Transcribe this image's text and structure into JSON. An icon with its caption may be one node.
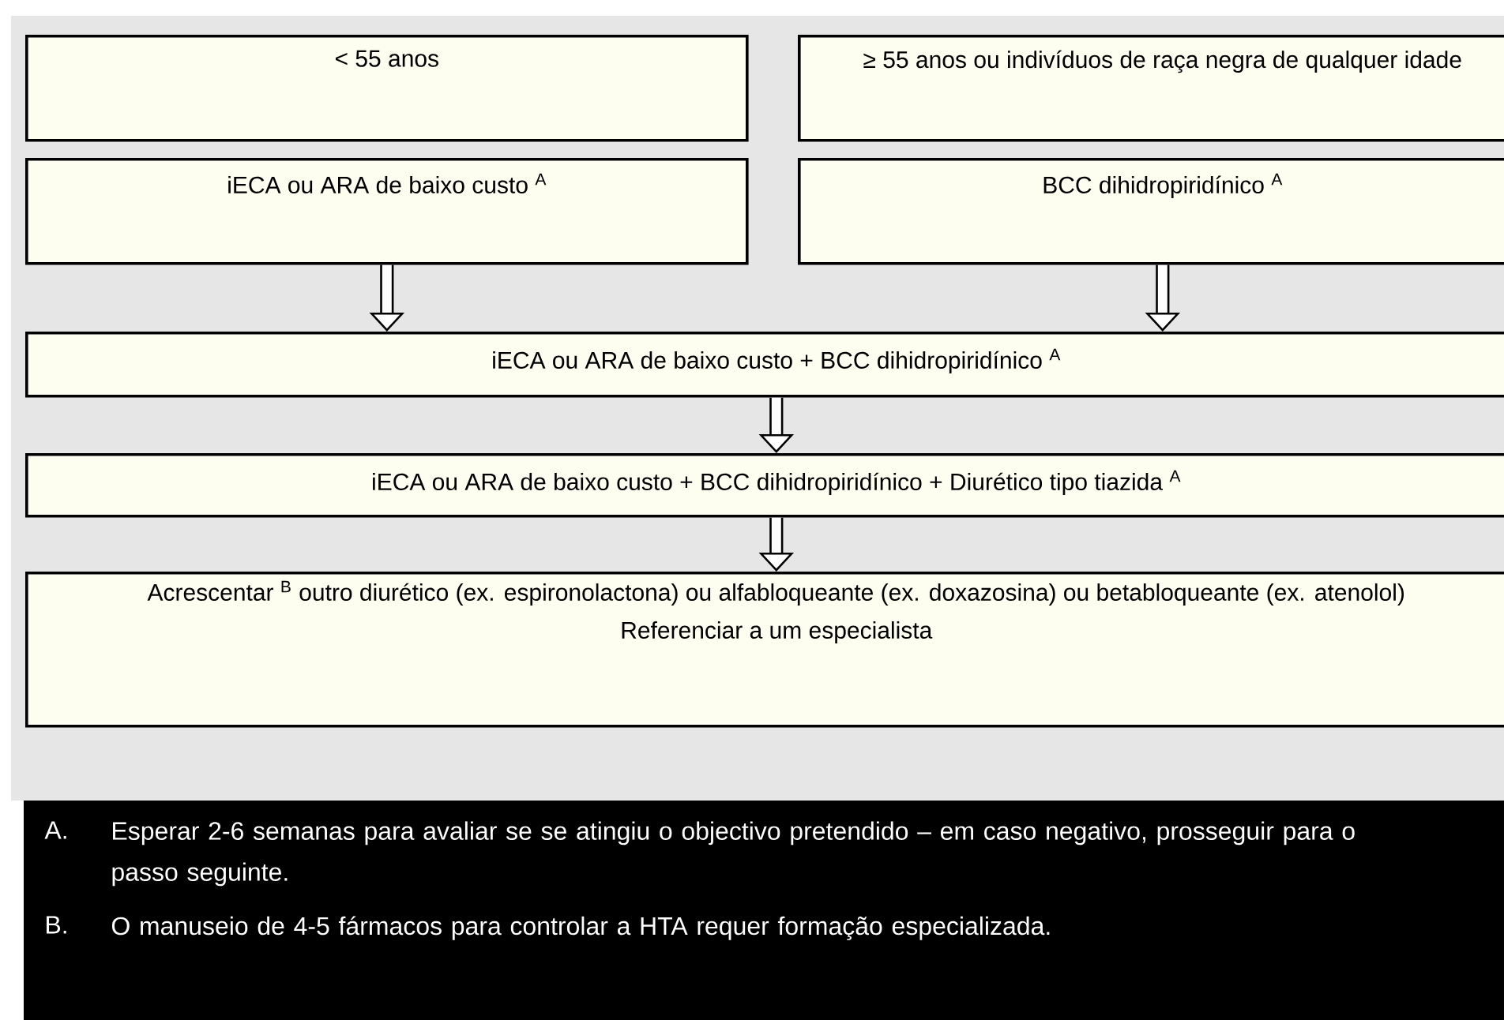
{
  "diagram": {
    "nodes": [
      {
        "text": [
          "< 55 anos"
        ]
      },
      {
        "text": [
          "≥ 55 anos ou indivíduos de raça negra de qualquer idade"
        ]
      },
      {
        "text": [
          "iECA ou ARA de baixo custo $^{A}$"
        ]
      },
      {
        "text": [
          "BCC dihidropiridínico $^{A}$"
        ]
      },
      {
        "text": [
          "iECA ou ARA de baixo custo + BCC dihidropiridínico $^{A}$"
        ]
      },
      {
        "text": [
          "iECA ou ARA de baixo custo + BCC dihidropiridínico + Diurético tipo tiazida $^{A}$"
        ]
      },
      {
        "text": [
          "Acrescentar $^{B}$ outro diurético (ex. espironolactona) ou alfabloqueante (ex. doxazosina) ou betabloqueante (ex. atenolol)",
          "Referenciar a um especialista"
        ]
      }
    ],
    "edges": [
      {
        "from": 2,
        "to": 4,
        "arrow": "to"
      },
      {
        "from": 3,
        "to": 4,
        "arrow": "to"
      },
      {
        "from": 4,
        "to": 5,
        "arrow": "to"
      },
      {
        "from": 5,
        "to": 6,
        "arrow": "to"
      }
    ],
    "labels": [
      "A.",
      "Esperar 2-6 semanas para avaliar se se atingiu o objectivo pretendido – em caso negativo, prosseguir para o passo seguinte.",
      "B.",
      "O manuseio de 4-5 fármacos para controlar a HTA requer formação especializada."
    ]
  }
}
